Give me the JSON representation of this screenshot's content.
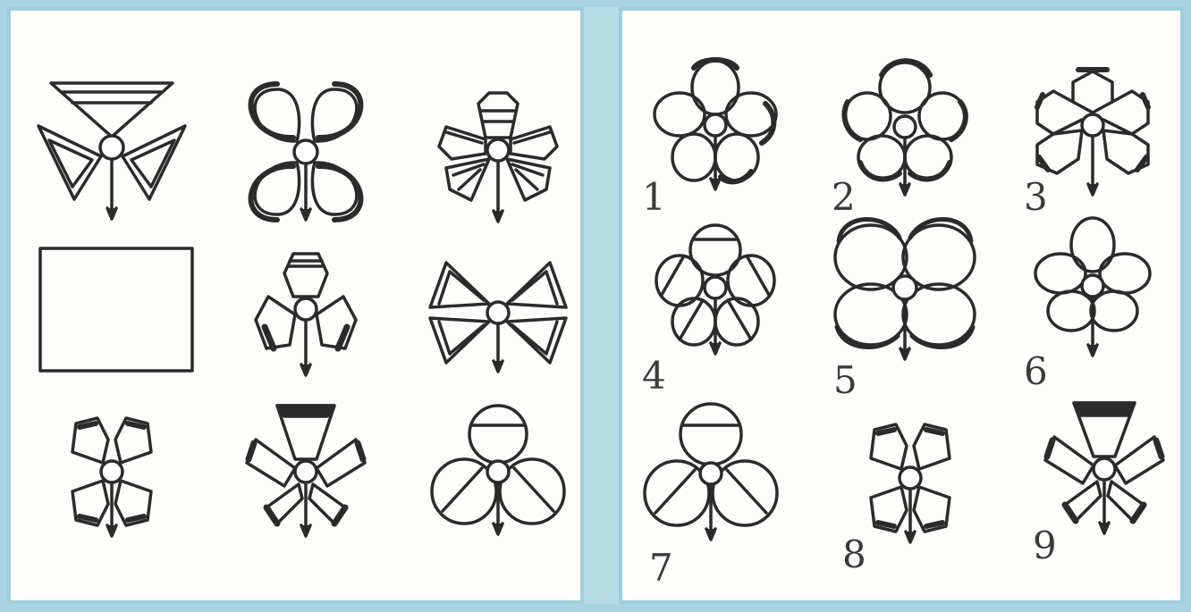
{
  "palette": {
    "background": "#a9d3e2",
    "panel": "#fdfdfb",
    "border": "#9dcde0",
    "ink": "#2b2b2b"
  },
  "puzzle_grid": {
    "cells": [
      {
        "icon": "flower-triangle-petals-icon"
      },
      {
        "icon": "flower-four-round-petals-icon"
      },
      {
        "icon": "flower-five-hexagon-petals-icon"
      },
      {
        "icon": "blank-rectangle-missing-icon"
      },
      {
        "icon": "flower-three-hexagon-petals-icon"
      },
      {
        "icon": "flower-four-triangle-bowtie-icon"
      },
      {
        "icon": "flower-four-hexagon-petals-icon"
      },
      {
        "icon": "flower-three-trapezoid-petals-icon"
      },
      {
        "icon": "flower-three-round-split-petals-icon"
      }
    ]
  },
  "answer_options": {
    "items": [
      {
        "number": "1",
        "icon": "flower-five-round-petals-icon"
      },
      {
        "number": "2",
        "icon": "flower-five-round-petals-double-icon"
      },
      {
        "number": "3",
        "icon": "flower-six-hexagon-petals-icon"
      },
      {
        "number": "4",
        "icon": "flower-five-striped-petals-icon"
      },
      {
        "number": "5",
        "icon": "flower-four-round-petals-icon"
      },
      {
        "number": "6",
        "icon": "flower-five-round-plain-icon"
      },
      {
        "number": "7",
        "icon": "flower-three-round-split-petals-icon"
      },
      {
        "number": "8",
        "icon": "flower-four-hexagon-petals-icon"
      },
      {
        "number": "9",
        "icon": "flower-three-trapezoid-petals-icon"
      }
    ]
  }
}
